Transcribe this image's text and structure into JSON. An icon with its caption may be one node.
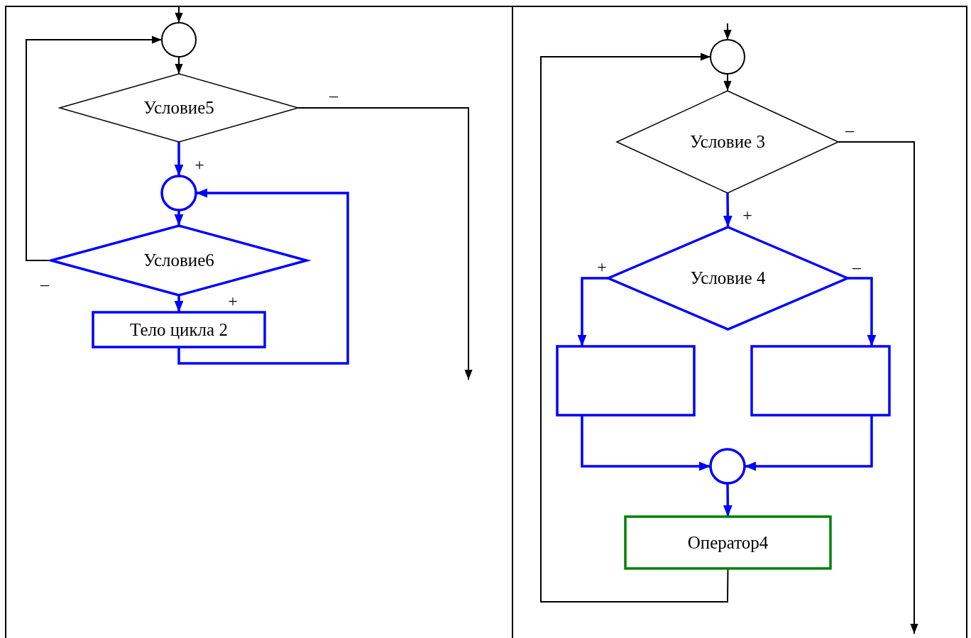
{
  "diagram": {
    "nodes": [
      {
        "text": [],
        "shape": "circle"
      },
      {
        "text": [
          "Условие5"
        ]
      },
      {
        "text": [],
        "shape": "circle"
      },
      {
        "text": [
          "Условие6"
        ]
      },
      {
        "text": [
          "Тело цикла 2"
        ]
      },
      {
        "text": [],
        "shape": "circle"
      },
      {
        "text": [
          "Условие 3"
        ]
      },
      {
        "text": [
          "Условие 4"
        ]
      },
      {
        "text": [],
        "shape": "box"
      },
      {
        "text": [],
        "shape": "box"
      },
      {
        "text": [],
        "shape": "circle"
      },
      {
        "text": [
          "Оператор4"
        ]
      }
    ],
    "edges": [
      {
        "from": null,
        "to": 0,
        "arrow": "to",
        "color": "#000000"
      },
      {
        "from": 0,
        "to": 1,
        "arrow": "to",
        "color": "#000000"
      },
      {
        "from": 1,
        "to": null,
        "arrow": "to",
        "label": "–",
        "color": "#000000"
      },
      {
        "from": 1,
        "to": 2,
        "arrow": "to",
        "label": "+"
      },
      {
        "from": 2,
        "to": 3,
        "arrow": "to"
      },
      {
        "from": 3,
        "to": 0,
        "arrow": "to",
        "label": "–",
        "color": "#000000"
      },
      {
        "from": 3,
        "to": 4,
        "arrow": "to",
        "label": "+"
      },
      {
        "from": 4,
        "to": 2,
        "arrow": "to"
      },
      {
        "from": null,
        "to": 5,
        "arrow": "to",
        "color": "#000000"
      },
      {
        "from": 5,
        "to": 6,
        "arrow": "to",
        "color": "#000000"
      },
      {
        "from": 6,
        "to": null,
        "arrow": "to",
        "label": "–",
        "color": "#000000"
      },
      {
        "from": 6,
        "to": 7,
        "arrow": "to",
        "label": "+"
      },
      {
        "from": 7,
        "to": 8,
        "arrow": "to",
        "label": "+"
      },
      {
        "from": 7,
        "to": 9,
        "arrow": "to",
        "label": "–"
      },
      {
        "from": 8,
        "to": 10,
        "arrow": "to"
      },
      {
        "from": 9,
        "to": 10,
        "arrow": "to"
      },
      {
        "from": 10,
        "to": 11,
        "arrow": "to"
      },
      {
        "from": 11,
        "to": 5,
        "arrow": "to",
        "color": "#000000"
      }
    ]
  }
}
